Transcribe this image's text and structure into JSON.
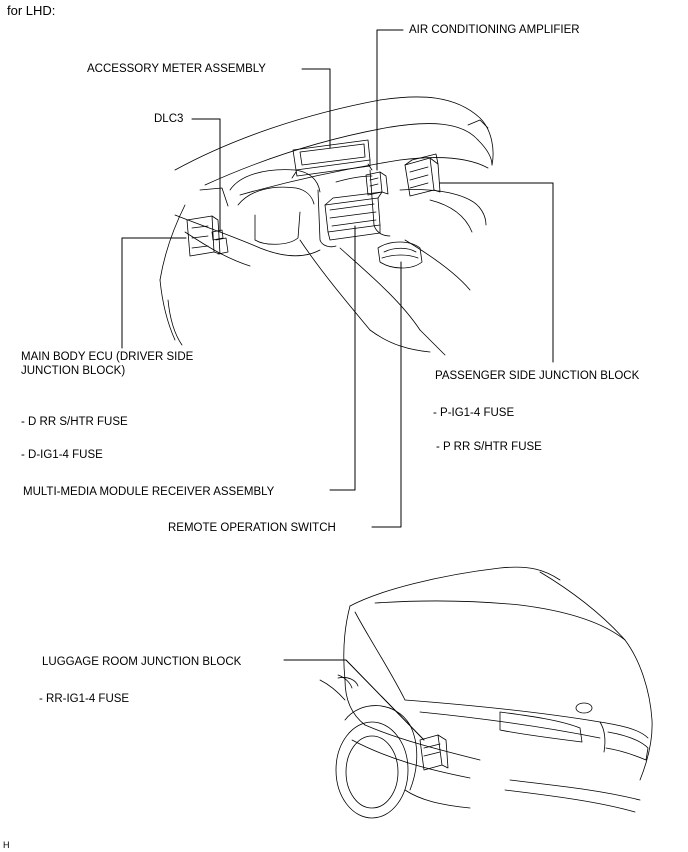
{
  "header": {
    "variant": "for LHD:"
  },
  "labels": {
    "air_conditioning_amplifier": "AIR CONDITIONING AMPLIFIER",
    "accessory_meter_assembly": "ACCESSORY METER ASSEMBLY",
    "dlc3": "DLC3",
    "main_body_ecu_line1": "MAIN BODY ECU (DRIVER SIDE",
    "main_body_ecu_line2": "JUNCTION BLOCK)",
    "d_rr_shtr_fuse": "- D RR S/HTR FUSE",
    "d_ig1_4_fuse": "- D-IG1-4 FUSE",
    "passenger_side_junction_block": "PASSENGER SIDE JUNCTION BLOCK",
    "p_ig1_4_fuse": "- P-IG1-4 FUSE",
    "p_rr_shtr_fuse": "- P RR S/HTR FUSE",
    "multi_media_module_receiver_assembly": "MULTI-MEDIA MODULE RECEIVER ASSEMBLY",
    "remote_operation_switch": "REMOTE OPERATION SWITCH",
    "luggage_room_junction_block": "LUGGAGE ROOM JUNCTION BLOCK",
    "rr_ig1_4_fuse": "- RR-IG1-4 FUSE"
  },
  "footer": {
    "figure_code": "H"
  }
}
